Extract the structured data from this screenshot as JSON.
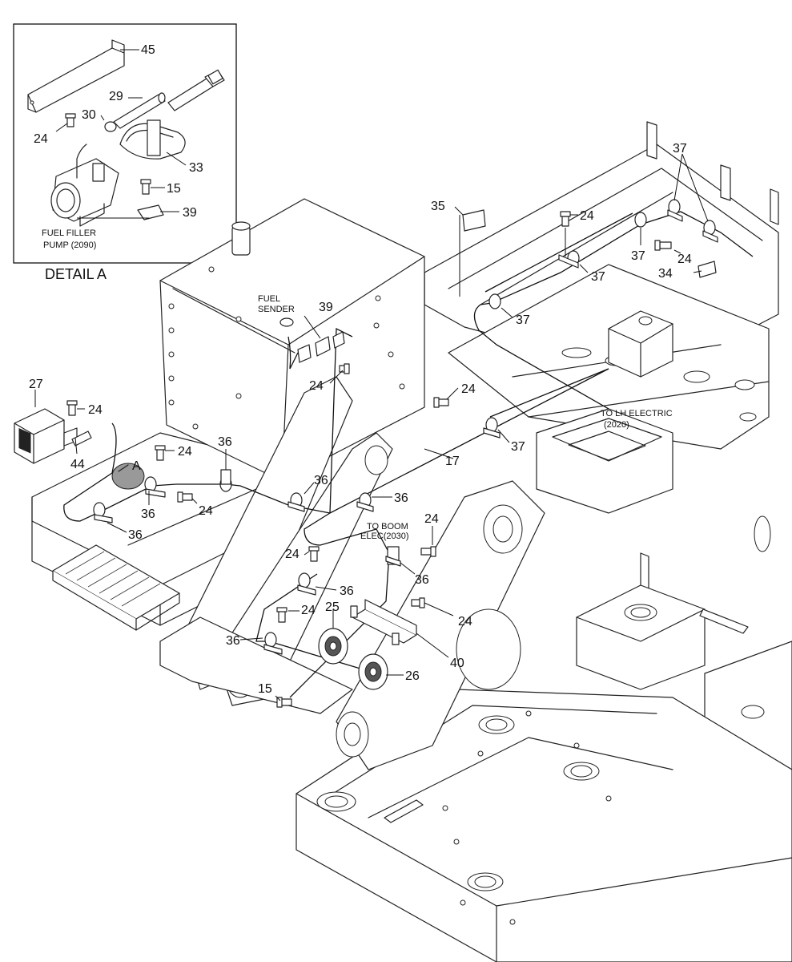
{
  "detail": {
    "title": "DETAIL A",
    "fuel_filler_pump_line1": "FUEL FILLER",
    "fuel_filler_pump_line2": "PUMP (2090)",
    "labels": {
      "p45": "45",
      "p29": "29",
      "p30": "30",
      "p24": "24",
      "p33": "33",
      "p15": "15",
      "p39": "39"
    }
  },
  "callouts": {
    "fuel_sender_line1": "FUEL",
    "fuel_sender_line2": "SENDER",
    "to_lh_electric_line1": "TO LH ELECTRIC",
    "to_lh_electric_line2": "(2020)",
    "to_boom_line1": "TO BOOM",
    "to_boom_line2": "ELEC(2030)",
    "detail_marker": "A"
  },
  "parts": {
    "p35": "35",
    "p37_top": "37",
    "p24_a": "24",
    "p37_b": "37",
    "p24_b": "24",
    "p34": "34",
    "p37_c": "37",
    "p37_d": "37",
    "p39": "39",
    "p24_c": "24",
    "p24_d": "24",
    "p37_e": "37",
    "p17": "17",
    "p27": "27",
    "p24_e": "24",
    "p44": "44",
    "p24_f": "24",
    "p36_a": "36",
    "p36_b": "36",
    "p24_g": "24",
    "p36_c": "36",
    "p36_d": "36",
    "p36_e": "36",
    "p24_h": "24",
    "p24_i": "24",
    "p36_f": "36",
    "p36_g": "36",
    "p24_j": "24",
    "p25": "25",
    "p24_k": "24",
    "p36_h": "36",
    "p40": "40",
    "p26": "26",
    "p15": "15"
  }
}
